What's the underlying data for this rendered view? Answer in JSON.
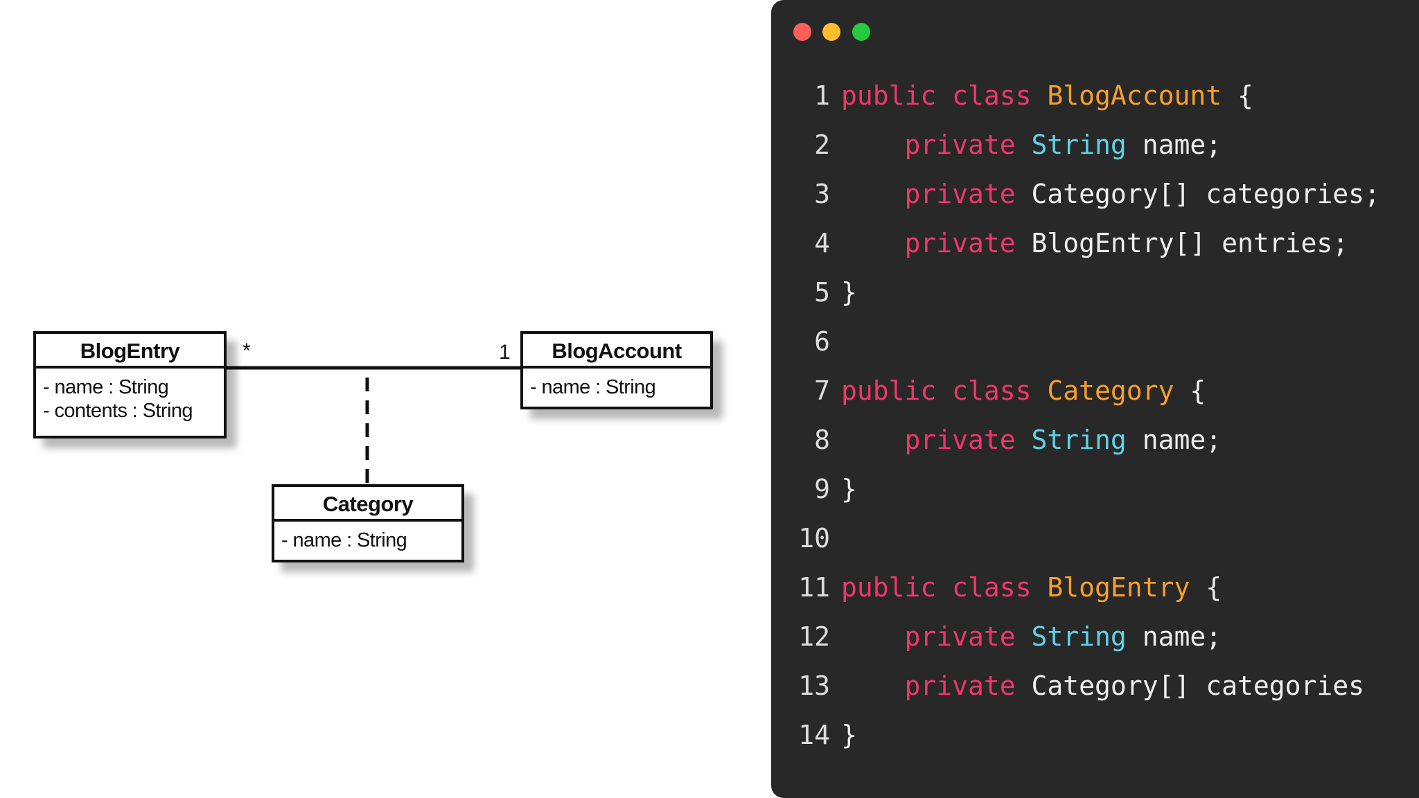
{
  "uml": {
    "classes": {
      "blog_entry": {
        "name": "BlogEntry",
        "attributes": [
          "- name : String",
          "- contents : String"
        ]
      },
      "blog_account": {
        "name": "BlogAccount",
        "attributes": [
          "- name : String"
        ]
      },
      "category": {
        "name": "Category",
        "attributes": [
          "- name : String"
        ]
      }
    },
    "association": {
      "many_multiplicity": "*",
      "one_multiplicity": "1"
    }
  },
  "code_window": {
    "colors": {
      "background": "#282828",
      "keyword": "#f2356f",
      "class_name": "#f99f2a",
      "type": "#5fd2e6",
      "plain": "#eeeeee",
      "close_button": "#ff5f56",
      "minimize_button": "#ffbd2e",
      "maximize_button": "#27c93f"
    },
    "lines": [
      {
        "number": "1",
        "tokens": [
          {
            "kind": "keyword",
            "text": "public class "
          },
          {
            "kind": "classname",
            "text": "BlogAccount"
          },
          {
            "kind": "plain",
            "text": " {"
          }
        ]
      },
      {
        "number": "2",
        "tokens": [
          {
            "kind": "plain",
            "text": "    "
          },
          {
            "kind": "keyword",
            "text": "private "
          },
          {
            "kind": "type",
            "text": "String"
          },
          {
            "kind": "plain",
            "text": " name;"
          }
        ]
      },
      {
        "number": "3",
        "tokens": [
          {
            "kind": "plain",
            "text": "    "
          },
          {
            "kind": "keyword",
            "text": "private "
          },
          {
            "kind": "plain",
            "text": "Category[] categories;"
          }
        ]
      },
      {
        "number": "4",
        "tokens": [
          {
            "kind": "plain",
            "text": "    "
          },
          {
            "kind": "keyword",
            "text": "private "
          },
          {
            "kind": "plain",
            "text": "BlogEntry[] entries;"
          }
        ]
      },
      {
        "number": "5",
        "tokens": [
          {
            "kind": "plain",
            "text": "}"
          }
        ]
      },
      {
        "number": "6",
        "tokens": []
      },
      {
        "number": "7",
        "tokens": [
          {
            "kind": "keyword",
            "text": "public class "
          },
          {
            "kind": "classname",
            "text": "Category"
          },
          {
            "kind": "plain",
            "text": " {"
          }
        ]
      },
      {
        "number": "8",
        "tokens": [
          {
            "kind": "plain",
            "text": "    "
          },
          {
            "kind": "keyword",
            "text": "private "
          },
          {
            "kind": "type",
            "text": "String"
          },
          {
            "kind": "plain",
            "text": " name;"
          }
        ]
      },
      {
        "number": "9",
        "tokens": [
          {
            "kind": "plain",
            "text": "}"
          }
        ]
      },
      {
        "number": "10",
        "tokens": []
      },
      {
        "number": "11",
        "tokens": [
          {
            "kind": "keyword",
            "text": "public class "
          },
          {
            "kind": "classname",
            "text": "BlogEntry"
          },
          {
            "kind": "plain",
            "text": " {"
          }
        ]
      },
      {
        "number": "12",
        "tokens": [
          {
            "kind": "plain",
            "text": "    "
          },
          {
            "kind": "keyword",
            "text": "private "
          },
          {
            "kind": "type",
            "text": "String"
          },
          {
            "kind": "plain",
            "text": " name;"
          }
        ]
      },
      {
        "number": "13",
        "tokens": [
          {
            "kind": "plain",
            "text": "    "
          },
          {
            "kind": "keyword",
            "text": "private "
          },
          {
            "kind": "plain",
            "text": "Category[] categories"
          }
        ]
      },
      {
        "number": "14",
        "tokens": [
          {
            "kind": "plain",
            "text": "}"
          }
        ]
      }
    ]
  }
}
